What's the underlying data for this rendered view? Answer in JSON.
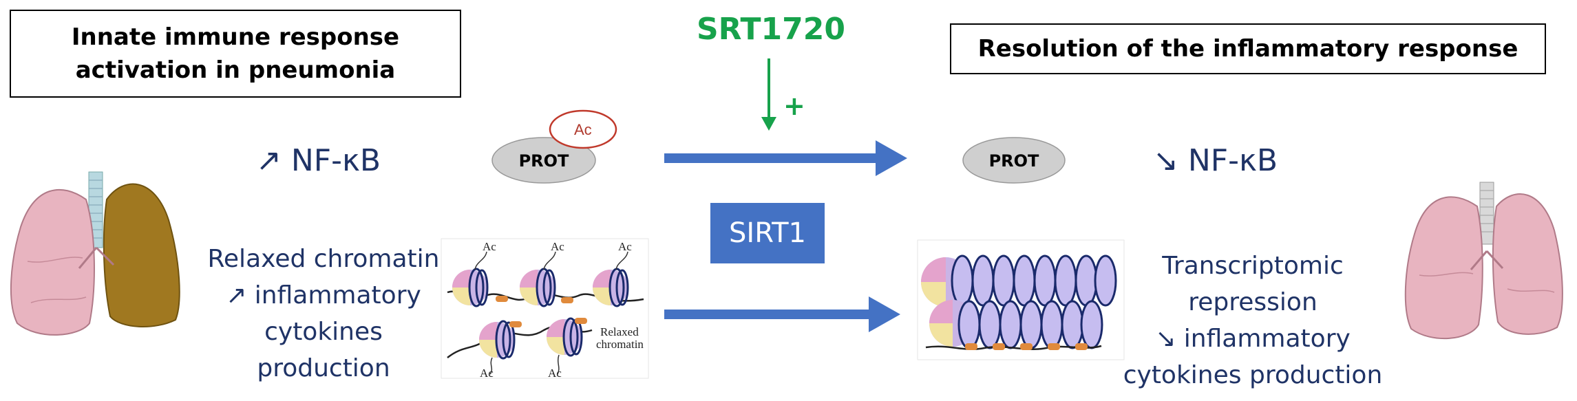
{
  "left_box": {
    "line1": "Innate immune response",
    "line2": "activation in pneumonia"
  },
  "right_box": {
    "text": "Resolution of the inflammatory response"
  },
  "drug": {
    "label": "SRT1720",
    "effect": "+"
  },
  "enzyme": {
    "label": "SIRT1"
  },
  "left_state": {
    "nfkb": "↗ NF-κB",
    "protein": "PROT",
    "acetyl": "Ac",
    "chromatin_lines": [
      "Relaxed chromatin",
      "↗ inflammatory",
      "cytokines",
      "production"
    ],
    "figure_labels": {
      "acetyl": "Ac",
      "relaxed_line1": "Relaxed",
      "relaxed_line2": "chromatin"
    }
  },
  "right_state": {
    "nfkb": "↘ NF-κB",
    "protein": "PROT",
    "outcome_lines": [
      "Transcriptomic",
      "repression",
      "↘ inflammatory",
      "cytokines production"
    ]
  },
  "colors": {
    "arrow_blue": "#4472c4",
    "drug_green": "#17a24b",
    "text_navy": "#1f3366",
    "acetyl_red": "#b03a2e",
    "lung_pink": "#e8b4c0",
    "lung_infected": "#a07820"
  }
}
